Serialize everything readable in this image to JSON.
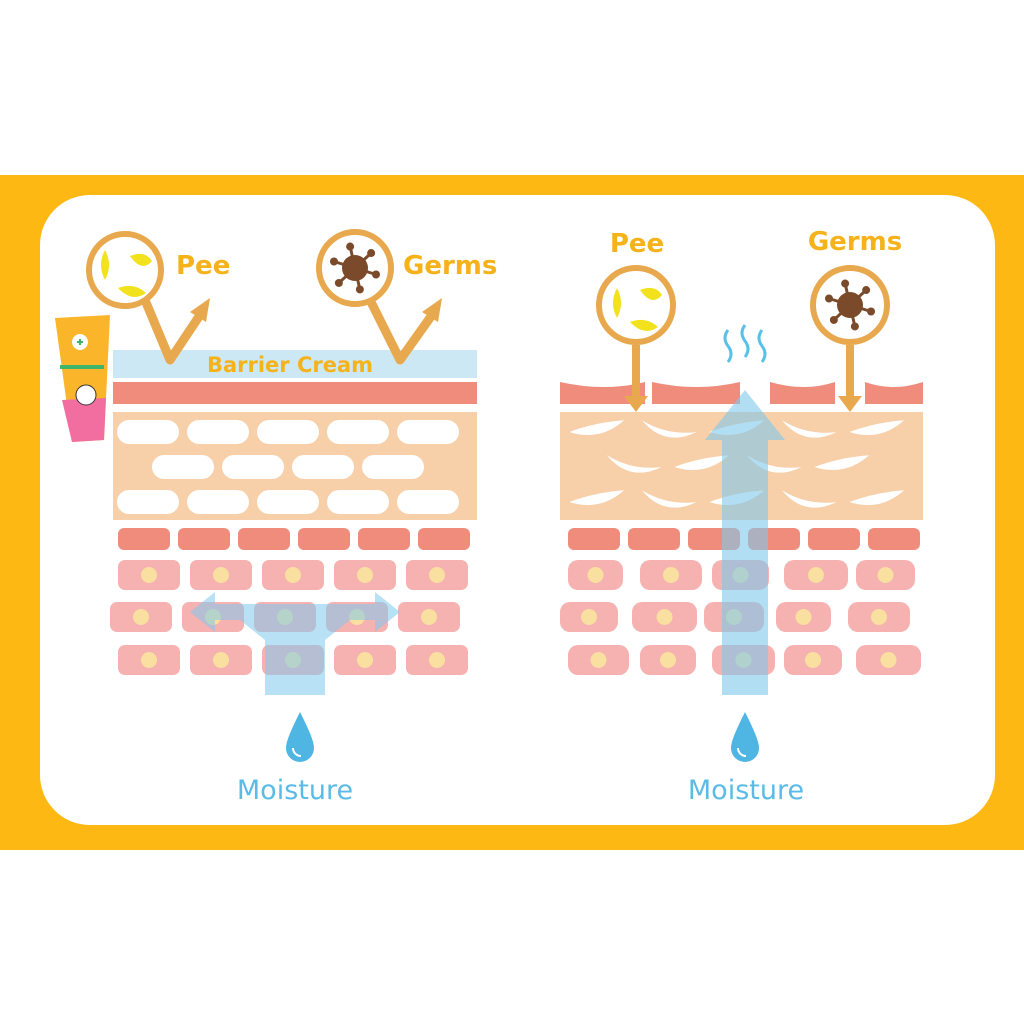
{
  "left_panel": {
    "pee_label": "Pee",
    "germs_label": "Germs",
    "barrier_label": "Barrier Cream",
    "moisture_label": "Moisture",
    "product_tube": "barrier-cream-tube"
  },
  "right_panel": {
    "pee_label": "Pee",
    "germs_label": "Germs",
    "moisture_label": "Moisture"
  },
  "colors": {
    "frame": "#FDB813",
    "label": "#F5B21A",
    "arrow": "#E8A94E",
    "cream": "#CDE8F5",
    "skin_top": "#F08C7C",
    "layer": "#F7CFA8",
    "cell": "#F6B1B1",
    "nucleus": "#F9DFA0",
    "moisture": "#5BC0E8",
    "germ": "#7A4A2A",
    "pee": "#F2E21E"
  }
}
